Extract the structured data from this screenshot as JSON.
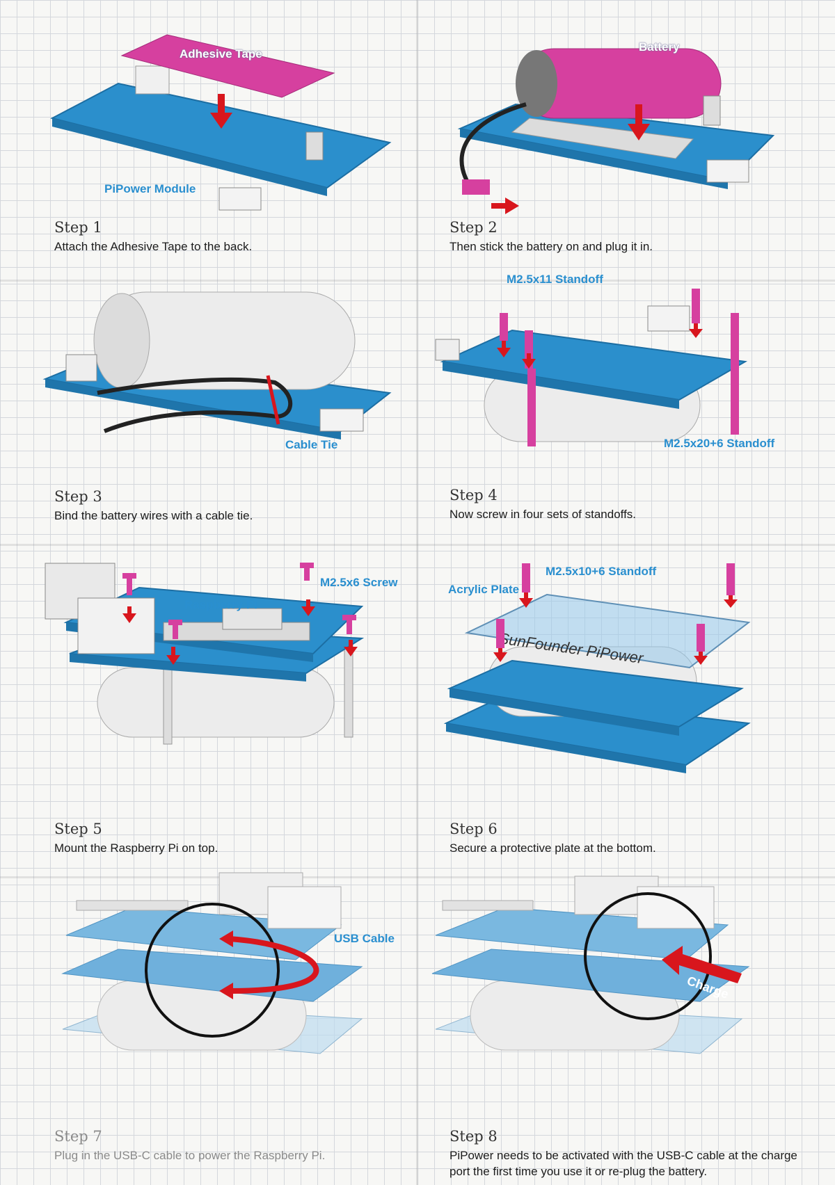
{
  "steps": [
    {
      "title": "Step 1",
      "desc": "Attach the Adhesive Tape to the back.",
      "callouts": [
        "Adhesive Tape",
        "PiPower Module"
      ]
    },
    {
      "title": "Step 2",
      "desc": "Then stick the battery on and plug it in.",
      "callouts": [
        "Battery"
      ]
    },
    {
      "title": "Step 3",
      "desc": "Bind the battery wires with a cable tie.",
      "callouts": [
        "Cable Tie"
      ]
    },
    {
      "title": "Step 4",
      "desc": "Now screw in four sets of standoffs.",
      "callouts": [
        "M2.5x11 Standoff",
        "M2.5x20+6 Standoff"
      ]
    },
    {
      "title": "Step 5",
      "desc": "Mount the Raspberry Pi on top.",
      "callouts": [
        "Raspberry Pi",
        "M2.5x6 Screw"
      ]
    },
    {
      "title": "Step 6",
      "desc": "Secure a protective plate at the bottom.",
      "callouts": [
        "Acrylic Plate",
        "M2.5x10+6 Standoff",
        "SunFounder PiPower"
      ]
    },
    {
      "title": "Step 7",
      "desc": "Plug in the USB-C cable to power the Raspberry Pi.",
      "callouts": [
        "USB Cable"
      ]
    },
    {
      "title": "Step 8",
      "desc": "PiPower needs to be activated with the USB-C cable at the charge port the first time you use it or re-plug the battery.",
      "callouts": [
        "Charge"
      ]
    }
  ],
  "colors": {
    "board": "#2b8fcc",
    "magenta": "#d6409f",
    "arrow": "#d8161d",
    "callout": "#2a8fcf",
    "battery": "#e8e8e8"
  },
  "icons": [
    "down-arrow-icon",
    "curved-arrow-icon",
    "charge-arrow-icon"
  ]
}
